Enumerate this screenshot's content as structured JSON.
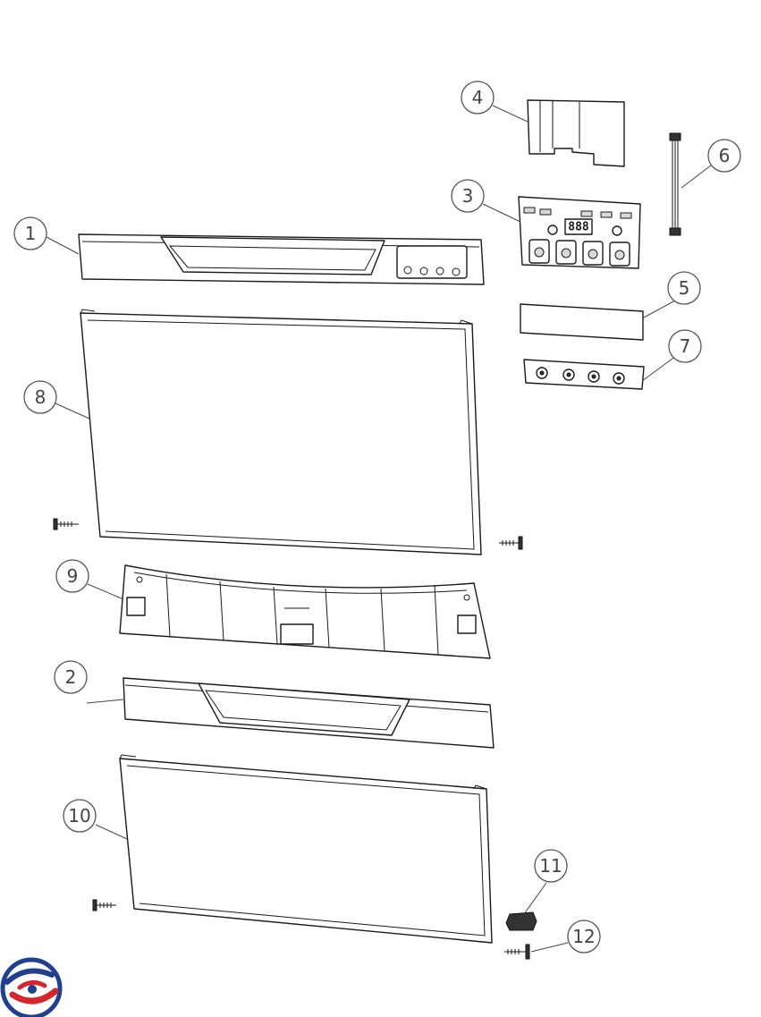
{
  "callouts": [
    {
      "id": "1",
      "label": "1"
    },
    {
      "id": "2",
      "label": "2"
    },
    {
      "id": "3",
      "label": "3"
    },
    {
      "id": "4",
      "label": "4"
    },
    {
      "id": "5",
      "label": "5"
    },
    {
      "id": "6",
      "label": "6"
    },
    {
      "id": "7",
      "label": "7"
    },
    {
      "id": "8",
      "label": "8"
    },
    {
      "id": "9",
      "label": "9"
    },
    {
      "id": "10",
      "label": "10"
    },
    {
      "id": "11",
      "label": "11"
    },
    {
      "id": "12",
      "label": "12"
    }
  ],
  "display_readout": "888",
  "colors": {
    "line": "#1a1a1a",
    "callout_stroke": "#555555",
    "logo_blue": "#1f3f8f",
    "logo_red": "#d6262b"
  }
}
